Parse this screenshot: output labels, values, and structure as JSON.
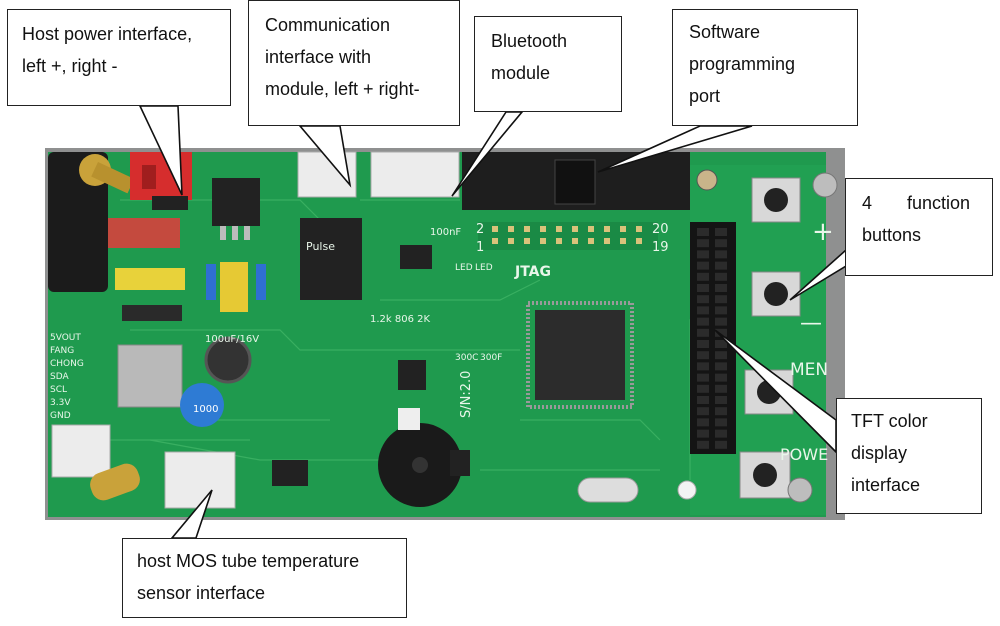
{
  "labels": {
    "host_power": [
      "Host power interface,",
      "left +, right -"
    ],
    "comm_interface": [
      "Communication",
      "interface with",
      "module, left + right-"
    ],
    "bluetooth": [
      "Bluetooth",
      "module"
    ],
    "software_port": [
      "Software",
      "programming",
      "port"
    ],
    "function_buttons": [
      "4       function",
      "buttons"
    ],
    "tft_display": [
      "TFT color",
      "display",
      "interface"
    ],
    "mos_sensor": [
      "host MOS tube temperature",
      "sensor interface"
    ]
  },
  "board_markings": {
    "jtag": "JTAG",
    "pin_tl": "2",
    "pin_bl": "1",
    "pin_tr": "20",
    "pin_br": "19",
    "serial": "S/N:2.0",
    "plus": "+",
    "minus": "—",
    "men": "MEN",
    "powe": "POWE",
    "cap_100nf": "100nF",
    "cap_100uf": "100uF/16V",
    "cap_1000": "1000",
    "res_values": "1.2k 806 2K",
    "side_labels": [
      "5VOUT",
      "FANG",
      "CHONG",
      "SDA",
      "SCL",
      "3.3V",
      "GND"
    ],
    "chip_pulse": "Pulse",
    "led1": "LED",
    "led2": "LED",
    "r300c": "300C",
    "r300f": "300F"
  },
  "colors": {
    "pcb": "#1f9a4e",
    "pcb_dark": "#17803f",
    "silkscreen": "#e9f6ea",
    "background": "#ffffff",
    "frame": "#8a8a8a"
  }
}
